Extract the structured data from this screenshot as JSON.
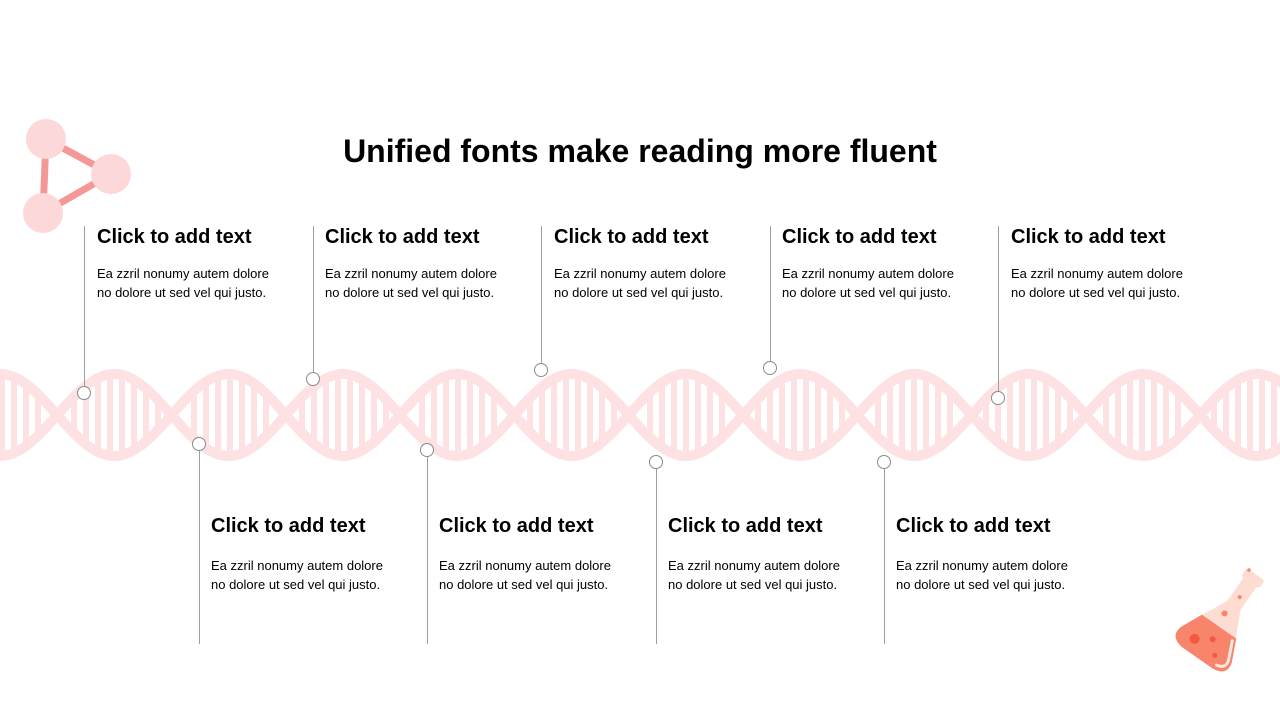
{
  "title": "Unified fonts make reading more fluent",
  "colors": {
    "accent": "#f59797",
    "accent_light": "#fdd8d8",
    "helix": "#fde1e3",
    "flask": "#f8856b"
  },
  "icons": {
    "top_left": "molecule-icon",
    "bottom_right": "flask-icon"
  },
  "top_items": [
    {
      "heading": "Click to add text",
      "line1": "Ea zzril nonumy autem dolore",
      "line2": "no dolore ut sed vel qui justo."
    },
    {
      "heading": "Click to add text",
      "line1": "Ea zzril nonumy autem dolore",
      "line2": "no dolore ut sed vel qui justo."
    },
    {
      "heading": "Click to add text",
      "line1": "Ea zzril nonumy autem dolore",
      "line2": "no dolore ut sed vel qui justo."
    },
    {
      "heading": "Click to add text",
      "line1": "Ea zzril nonumy autem dolore",
      "line2": "no dolore ut sed vel qui justo."
    },
    {
      "heading": "Click to add text",
      "line1": "Ea zzril nonumy autem dolore",
      "line2": "no dolore ut sed vel qui justo."
    }
  ],
  "bottom_items": [
    {
      "heading": "Click to add text",
      "line1": "Ea zzril nonumy autem dolore",
      "line2": "no dolore ut sed vel qui justo."
    },
    {
      "heading": "Click to add text",
      "line1": "Ea zzril nonumy autem dolore",
      "line2": "no dolore ut sed vel qui justo."
    },
    {
      "heading": "Click to add text",
      "line1": "Ea zzril nonumy autem dolore",
      "line2": "no dolore ut sed vel qui justo."
    },
    {
      "heading": "Click to add text",
      "line1": "Ea zzril nonumy autem dolore",
      "line2": "no dolore ut sed vel qui justo."
    }
  ]
}
